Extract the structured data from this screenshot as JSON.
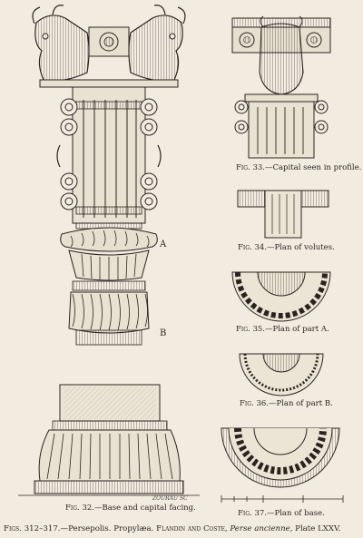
{
  "figures": {
    "fig32": {
      "num": "Fig. 32.",
      "caption": "—Base and capital facing."
    },
    "fig33": {
      "num": "Fig. 33.",
      "caption": "—Capital seen in profile."
    },
    "fig34": {
      "num": "Fig. 34.",
      "caption": "—Plan of volutes."
    },
    "fig35": {
      "num": "Fig. 35.",
      "caption": "—Plan of part A."
    },
    "fig36": {
      "num": "Fig. 36.",
      "caption": "—Plan of part B."
    },
    "fig37": {
      "num": "Fig. 37.",
      "caption": "—Plan of base."
    }
  },
  "markers": {
    "a": "A",
    "b": "B"
  },
  "signature": "ZOURAU SC",
  "footer": {
    "figs": "Figs. 312–317.",
    "place": "—Persepolis.",
    "building": "Propylæa.",
    "authors": "Flandin and Coste,",
    "work": "Perse ancienne,",
    "plate": "Plate LXXV."
  }
}
